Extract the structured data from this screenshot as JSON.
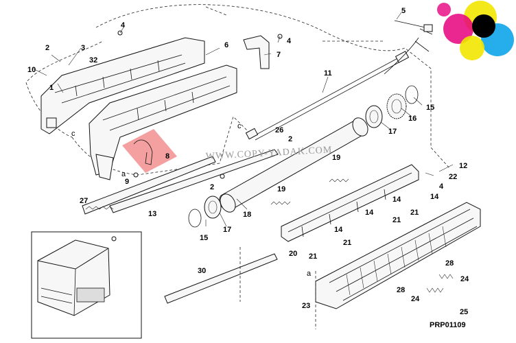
{
  "drawing_code": "PRP01109",
  "watermark": "WWW.COPY-YADAK.COM",
  "highlight_color": "#f08080",
  "logo_colors": [
    "#f2e600",
    "#e6007e",
    "#00a0e9",
    "#000000"
  ],
  "callouts": {
    "c1": "1",
    "c2a": "2",
    "c2b": "2",
    "c2c": "2",
    "c3": "3",
    "c4a": "4",
    "c4b": "4",
    "c4c": "4",
    "c5": "5",
    "c6": "6",
    "c7": "7",
    "c8": "8",
    "c9": "9",
    "c10": "10",
    "c11": "11",
    "c12": "12",
    "c13": "13",
    "c14a": "14",
    "c14b": "14",
    "c14c": "14",
    "c14d": "14",
    "c15a": "15",
    "c15b": "15",
    "c16": "16",
    "c17a": "17",
    "c17b": "17",
    "c18": "18",
    "c19a": "19",
    "c19b": "19",
    "c20": "20",
    "c21a": "21",
    "c21b": "21",
    "c21c": "21",
    "c21d": "21",
    "c22": "22",
    "c23": "23",
    "c24a": "24",
    "c24b": "24",
    "c25": "25",
    "c26": "26",
    "c27": "27",
    "c28a": "28",
    "c28b": "28",
    "c30": "30",
    "c32": "32",
    "ca1": "a",
    "ca2": "a",
    "cc1": "c",
    "cc2": "c"
  }
}
